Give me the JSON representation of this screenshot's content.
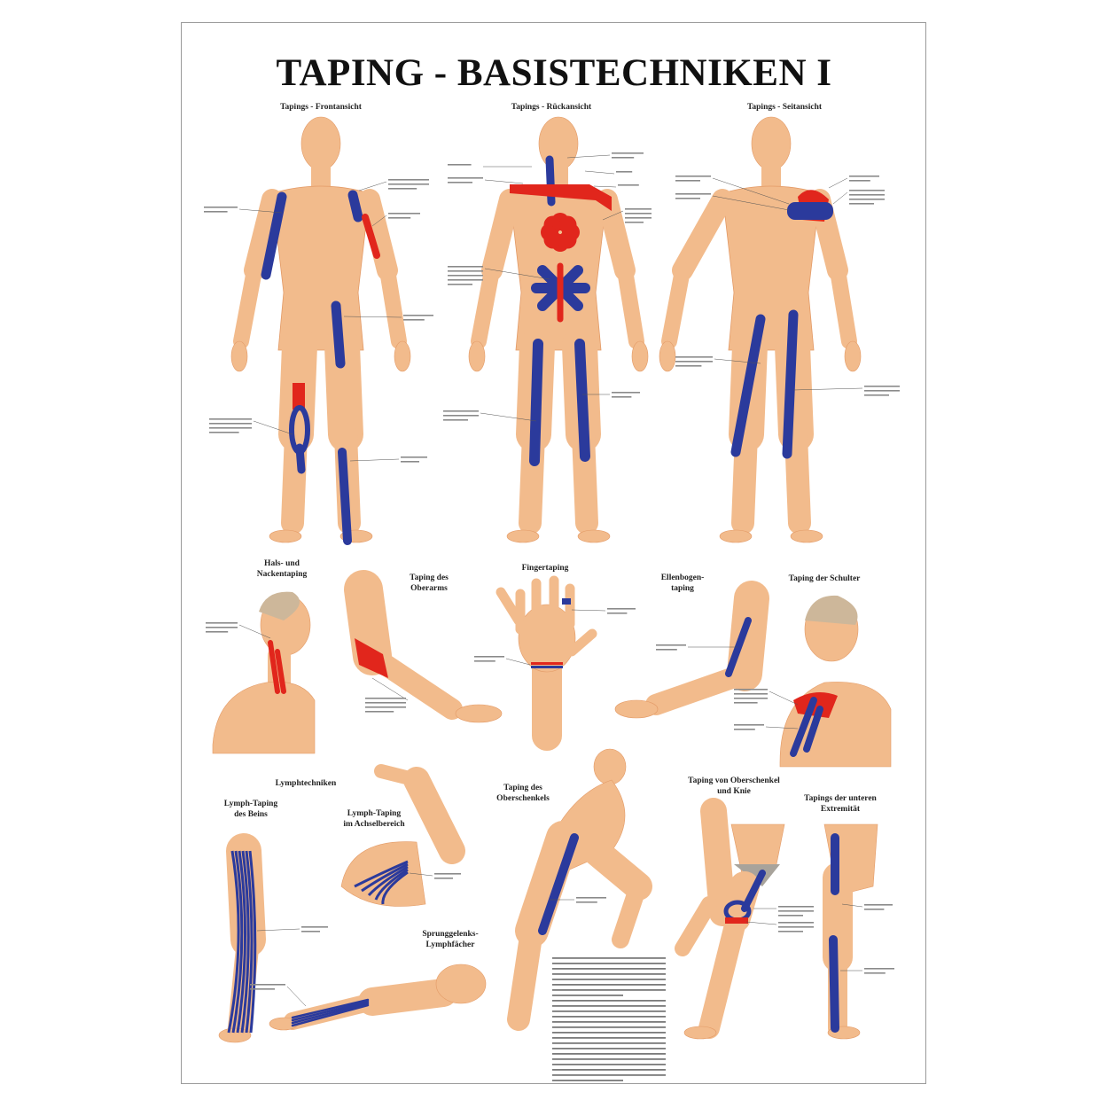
{
  "poster": {
    "title": "TAPING - BASISTECHNIKEN I",
    "sections": {
      "front": "Tapings - Frontansicht",
      "back": "Tapings - Rückansicht",
      "side": "Tapings - Seitansicht",
      "neck": [
        "Hals- und",
        "Nackentaping"
      ],
      "upper_arm": [
        "Taping des",
        "Oberarms"
      ],
      "finger": "Fingertaping",
      "elbow": [
        "Ellenbogen-",
        "taping"
      ],
      "shoulder": "Taping der Schulter",
      "lymph": "Lymphtechniken",
      "lymph_leg": [
        "Lymph-Taping",
        "des Beins"
      ],
      "lymph_axilla": [
        "Lymph-Taping",
        "im Achselbereich"
      ],
      "ankle_lymph": [
        "Sprunggelenks-",
        "Lymphfächer"
      ],
      "thigh": [
        "Taping des",
        "Oberschenkels"
      ],
      "thigh_knee": [
        "Taping von Oberschenkel",
        "und Knie"
      ],
      "lower_ext": [
        "Tapings der unteren",
        "Extremität"
      ]
    },
    "colors": {
      "tape_blue": "#2b3a9c",
      "tape_red": "#e1261c",
      "skin": "#f2bb8c",
      "skin_shadow": "#e39a66"
    }
  }
}
